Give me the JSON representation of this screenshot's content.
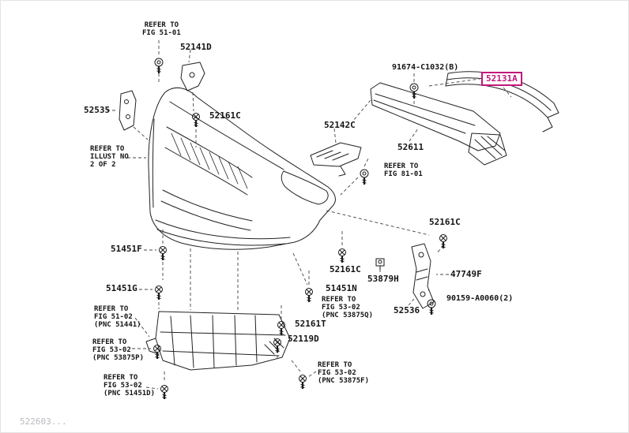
{
  "highlight_color": "#c2187c",
  "watermark": "522603...",
  "parts": {
    "p52141d": "52141D",
    "p52535": "52535",
    "p52161c_top": "52161C",
    "p52142c": "52142C",
    "p91674": "91674-C1032(B)",
    "p52131a": "52131A",
    "p52611": "52611",
    "p52161c_right": "52161C",
    "p51451f": "51451F",
    "p51451g": "51451G",
    "p52161c_mid": "52161C",
    "p53879h": "53879H",
    "p47749f": "47749F",
    "p51451n": "51451N",
    "p52536": "52536",
    "p90159": "90159-A0060(2)",
    "p52161t": "52161T",
    "p52119d": "52119D"
  },
  "notes": {
    "fig_51_01": "REFER TO\nFIG 51-01",
    "illust_2of2": "REFER TO\nILLUST NO\n2 OF 2",
    "fig_81_01": "REFER TO\nFIG 81-01",
    "fig_53_02_q": "REFER TO\nFIG 53-02\n(PNC 53875Q)",
    "fig_51_02": "REFER TO\nFIG 51-02\n(PNC 51441)",
    "fig_53_02_p": "REFER TO\nFIG 53-02\n(PNC 53875P)",
    "fig_53_02_d": "REFER TO\nFIG 53-02\n(PNC 51451D)",
    "fig_53_02_f": "REFER TO\nFIG 53-02\n(PNC 53875F)"
  }
}
